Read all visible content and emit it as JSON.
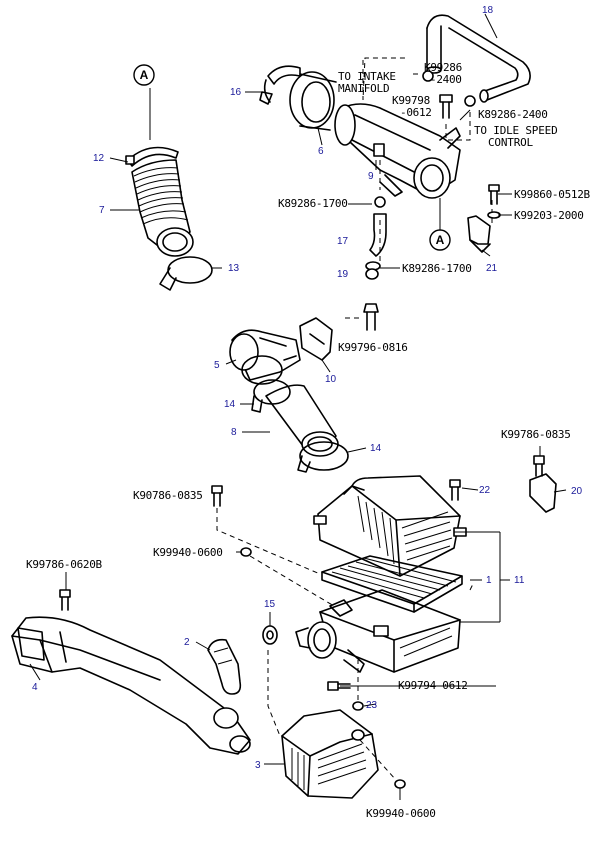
{
  "callouts": {
    "n1": "1",
    "n2": "2",
    "n3": "3",
    "n4": "4",
    "n5": "5",
    "n6": "6",
    "n7": "7",
    "n8": "8",
    "n9": "9",
    "n10": "10",
    "n11": "11",
    "n12": "12",
    "n13": "13",
    "n14a": "14",
    "n14b": "14",
    "n15": "15",
    "n16": "16",
    "n17": "17",
    "n18": "18",
    "n19": "19",
    "n20": "20",
    "n21": "21",
    "n22": "22",
    "n23": "23"
  },
  "codes": {
    "k99286_2400a_l1": "K99286",
    "k99286_2400a_l2": "-2400",
    "k99798_0612_l1": "K99798",
    "k99798_0612_l2": "-0612",
    "k89286_2400": "K89286-2400",
    "k99860_0512b": "K99860-0512B",
    "k99203_2000": "K99203-2000",
    "k89286_1700a": "K89286-1700",
    "k89286_1700b": "K89286-1700",
    "k99796_0816": "K99796-0816",
    "k99786_0835a": "K99786-0835",
    "k90786_0835": "K90786-0835",
    "k99940_0600a": "K99940-0600",
    "k99786_0620b": "K99786-0620B",
    "k99794_0612": "K99794-0612",
    "k99940_0600b": "K99940-0600"
  },
  "notes": {
    "intake_l1": "TO INTAKE",
    "intake_l2": "MANIFOLD",
    "idle_l1": "TO IDLE SPEED",
    "idle_l2": "CONTROL"
  },
  "refs": {
    "a_top": "A",
    "a_mid": "A"
  }
}
